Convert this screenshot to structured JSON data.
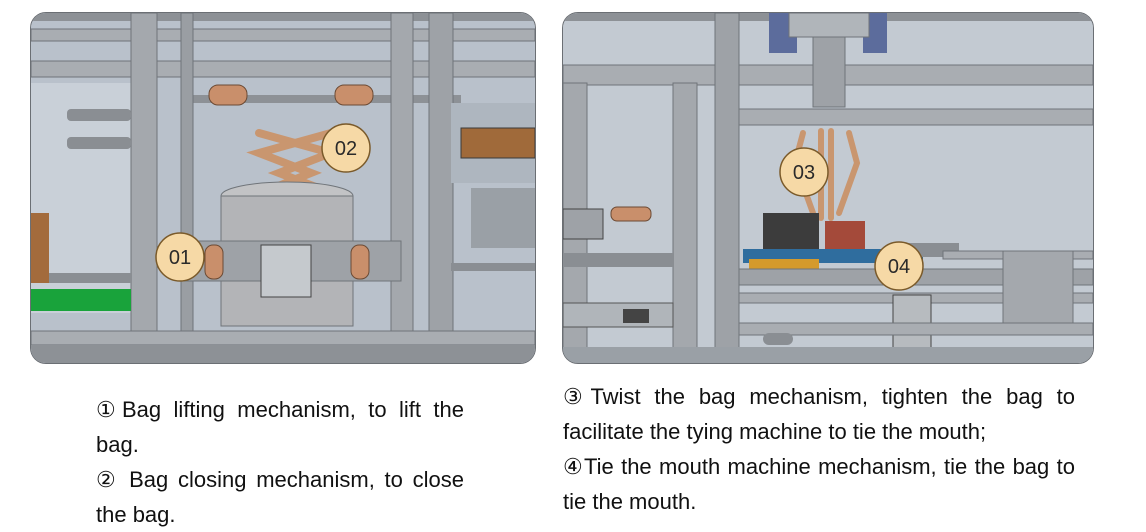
{
  "figures": {
    "left": {
      "markers": [
        "01",
        "02"
      ]
    },
    "right": {
      "markers": [
        "03",
        "04"
      ]
    }
  },
  "captions": {
    "left": [
      "①Bag lifting mechanism, to lift the bag.",
      "② Bag closing mechanism, to close the bag."
    ],
    "right": [
      "③Twist the bag mechanism, tighten the bag to facilitate the tying machine to tie the mouth;",
      "④Tie the mouth machine mechanism, tie the bag to tie the mouth."
    ]
  },
  "colors": {
    "marker_fill": "#f6d9a6",
    "marker_stroke": "#7a5a2a",
    "frame": "#a9adb2",
    "frame_dark": "#6f7479",
    "background": "#b9c1cb",
    "conveyor_green": "#19a33b",
    "roller_copper": "#c98f6b"
  }
}
